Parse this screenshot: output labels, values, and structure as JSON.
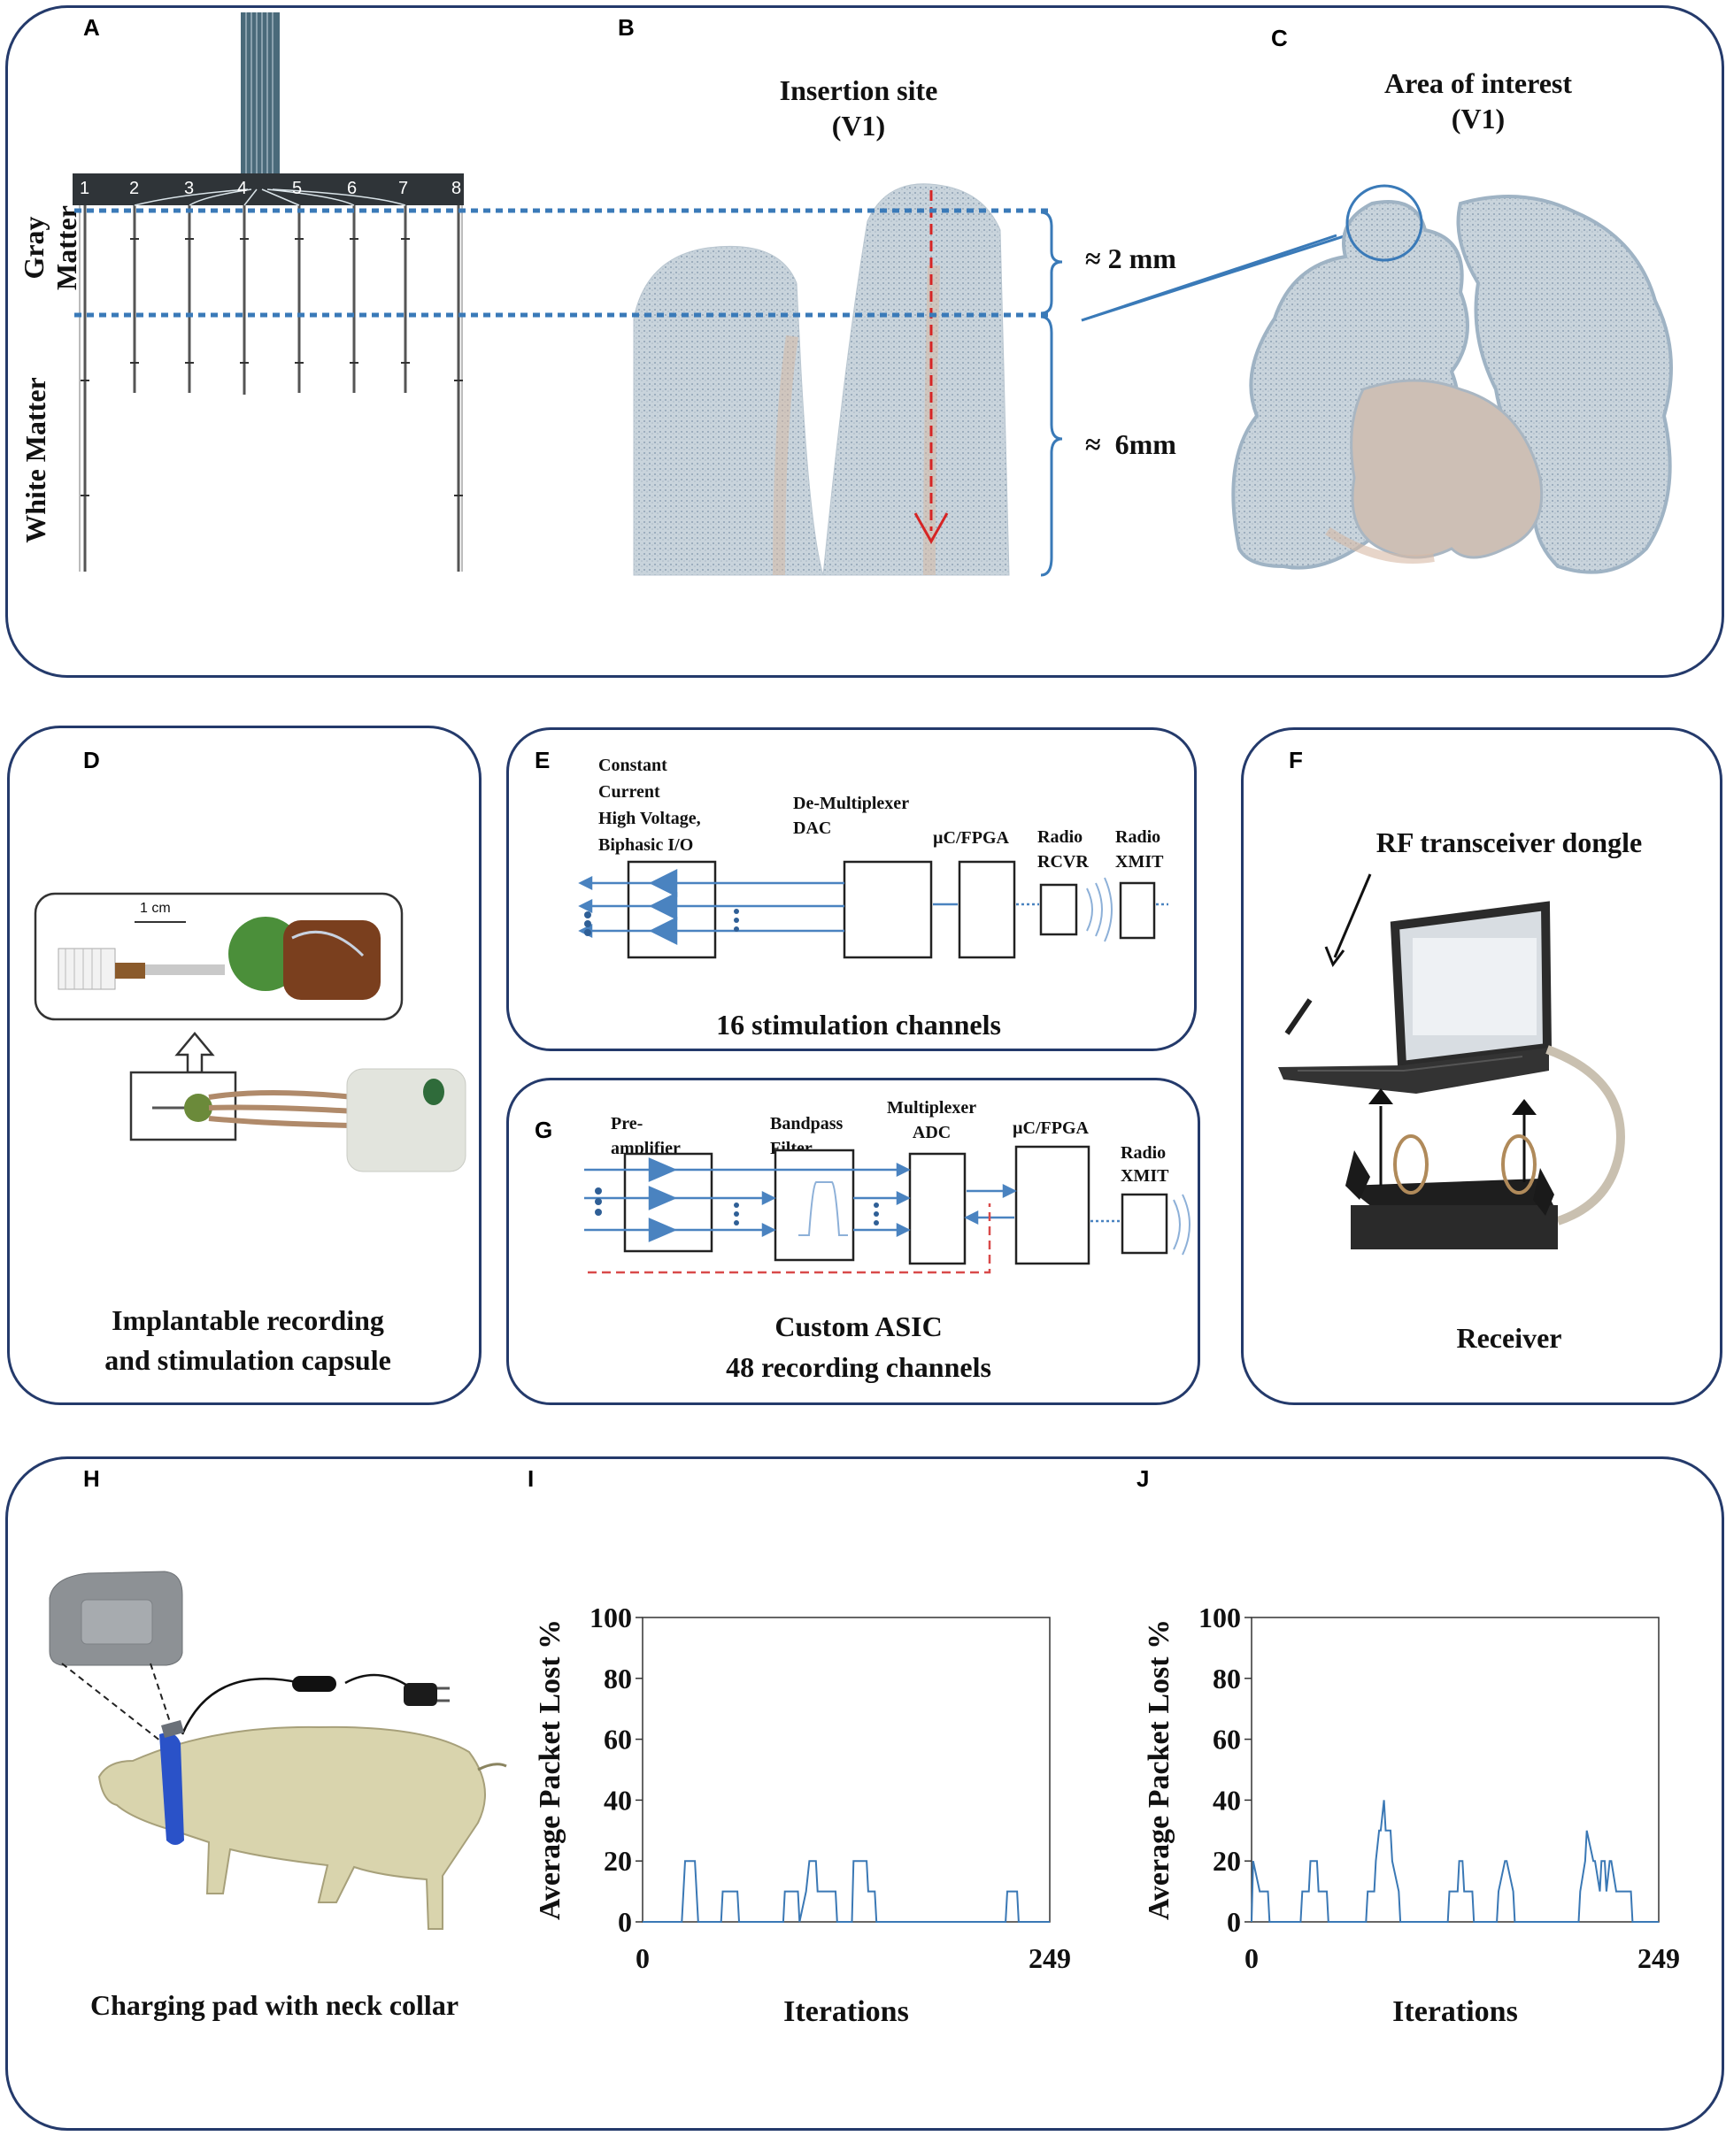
{
  "panels": {
    "A": {
      "label": "A",
      "left_axis": {
        "gray": "Gray Matter",
        "white": "White Matter"
      },
      "electrode_numbers": [
        "1",
        "2",
        "3",
        "4",
        "5",
        "6",
        "7",
        "8"
      ]
    },
    "B": {
      "label": "B",
      "title_line1": "Insertion site",
      "title_line2": "(V1)",
      "depth_gray": "≈ 2 mm",
      "depth_white": "≈  6mm"
    },
    "C": {
      "label": "C",
      "title_line1": "Area of interest",
      "title_line2": "(V1)"
    },
    "D": {
      "label": "D",
      "scale_bar": "1 cm",
      "caption_line1": "Implantable recording",
      "caption_line2": "and stimulation capsule"
    },
    "E": {
      "label": "E",
      "block1_lines": [
        "Constant",
        "Current",
        "High Voltage,",
        "Biphasic I/O"
      ],
      "block2_lines": [
        "De-Multiplexer",
        "DAC"
      ],
      "block3": "µC/FPGA",
      "block4_lines": [
        "Radio",
        "RCVR"
      ],
      "block5_lines": [
        "Radio",
        "XMIT"
      ],
      "caption": "16 stimulation channels"
    },
    "F": {
      "label": "F",
      "title": "RF transceiver dongle",
      "caption": "Receiver"
    },
    "G": {
      "label": "G",
      "block1_lines": [
        "Pre-",
        "amplifier"
      ],
      "block2_lines": [
        "Bandpass",
        "Filter"
      ],
      "block3_lines": [
        "Multiplexer",
        "ADC"
      ],
      "block4": "µC/FPGA",
      "block5_lines": [
        "Radio",
        "XMIT"
      ],
      "caption_line1": "Custom ASIC",
      "caption_line2": "48 recording channels"
    },
    "H": {
      "label": "H",
      "caption": "Charging pad with neck collar"
    },
    "I": {
      "label": "I"
    },
    "J": {
      "label": "J"
    }
  },
  "chart_data": [
    {
      "type": "line",
      "panel": "I",
      "xlabel": "Iterations",
      "ylabel": "Average Packet Lost %",
      "xlim": [
        0,
        249
      ],
      "ylim": [
        0,
        100
      ],
      "xticks": [
        "0",
        "249"
      ],
      "yticks": [
        "0",
        "20",
        "40",
        "60",
        "80",
        "100"
      ],
      "color": "#3a78b5",
      "x": [
        0,
        24,
        26,
        32,
        34,
        48,
        49,
        58,
        59,
        86,
        87,
        95,
        96,
        100,
        102,
        106,
        107,
        113,
        114,
        118,
        119,
        128,
        129,
        137,
        138,
        142,
        143,
        150,
        151,
        162,
        163,
        222,
        223,
        229,
        230,
        249
      ],
      "y": [
        0,
        0,
        20,
        20,
        0,
        0,
        10,
        10,
        0,
        0,
        10,
        10,
        0,
        10,
        20,
        20,
        10,
        10,
        10,
        10,
        0,
        0,
        20,
        20,
        10,
        10,
        0,
        0,
        0,
        0,
        0,
        0,
        10,
        10,
        0,
        0
      ]
    },
    {
      "type": "line",
      "panel": "J",
      "xlabel": "Iterations",
      "ylabel": "Average Packet Lost %",
      "xlim": [
        0,
        249
      ],
      "ylim": [
        0,
        100
      ],
      "xticks": [
        "0",
        "249"
      ],
      "yticks": [
        "0",
        "20",
        "40",
        "60",
        "80",
        "100"
      ],
      "color": "#3a78b5",
      "x": [
        0,
        1,
        3,
        5,
        10,
        11,
        30,
        31,
        35,
        36,
        40,
        41,
        46,
        47,
        70,
        71,
        75,
        76,
        78,
        79,
        81,
        82,
        85,
        86,
        90,
        91,
        120,
        121,
        126,
        127,
        129,
        130,
        135,
        136,
        150,
        151,
        155,
        156,
        160,
        161,
        200,
        201,
        204,
        205,
        209,
        210,
        213,
        214,
        216,
        217,
        219,
        220,
        223,
        224,
        232,
        233,
        239,
        240,
        249
      ],
      "y": [
        0,
        20,
        15,
        10,
        10,
        0,
        0,
        10,
        10,
        20,
        20,
        10,
        10,
        0,
        0,
        10,
        10,
        20,
        30,
        30,
        40,
        30,
        30,
        20,
        10,
        0,
        0,
        10,
        10,
        20,
        20,
        10,
        10,
        0,
        0,
        10,
        20,
        20,
        10,
        0,
        0,
        10,
        20,
        30,
        20,
        20,
        10,
        20,
        20,
        10,
        20,
        20,
        10,
        10,
        10,
        0,
        0,
        0,
        0
      ]
    }
  ]
}
